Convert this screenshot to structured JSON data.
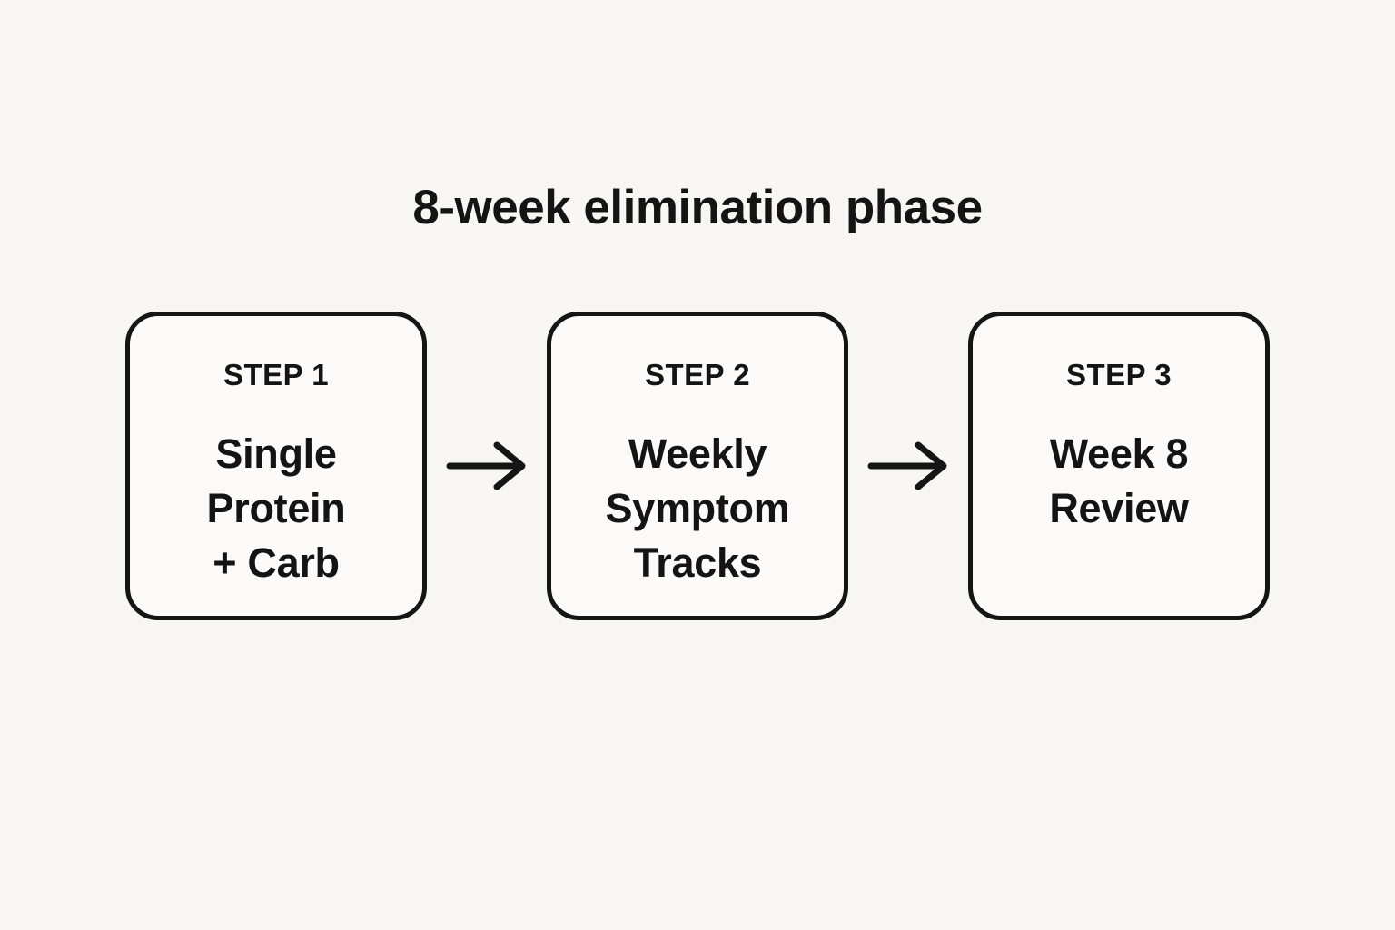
{
  "title": "8-week elimination phase",
  "steps": [
    {
      "label": "STEP 1",
      "lines": [
        "Single",
        "Protein",
        "+ Carb"
      ]
    },
    {
      "label": "STEP 2",
      "lines": [
        "Weekly",
        "Symptom",
        "Tracks"
      ]
    },
    {
      "label": "STEP 3",
      "lines": [
        "Week 8",
        "Review"
      ]
    }
  ],
  "colors": {
    "background": "#f7f6f3",
    "box_background": "#fbfaf8",
    "border": "#151515",
    "text": "#141414"
  }
}
